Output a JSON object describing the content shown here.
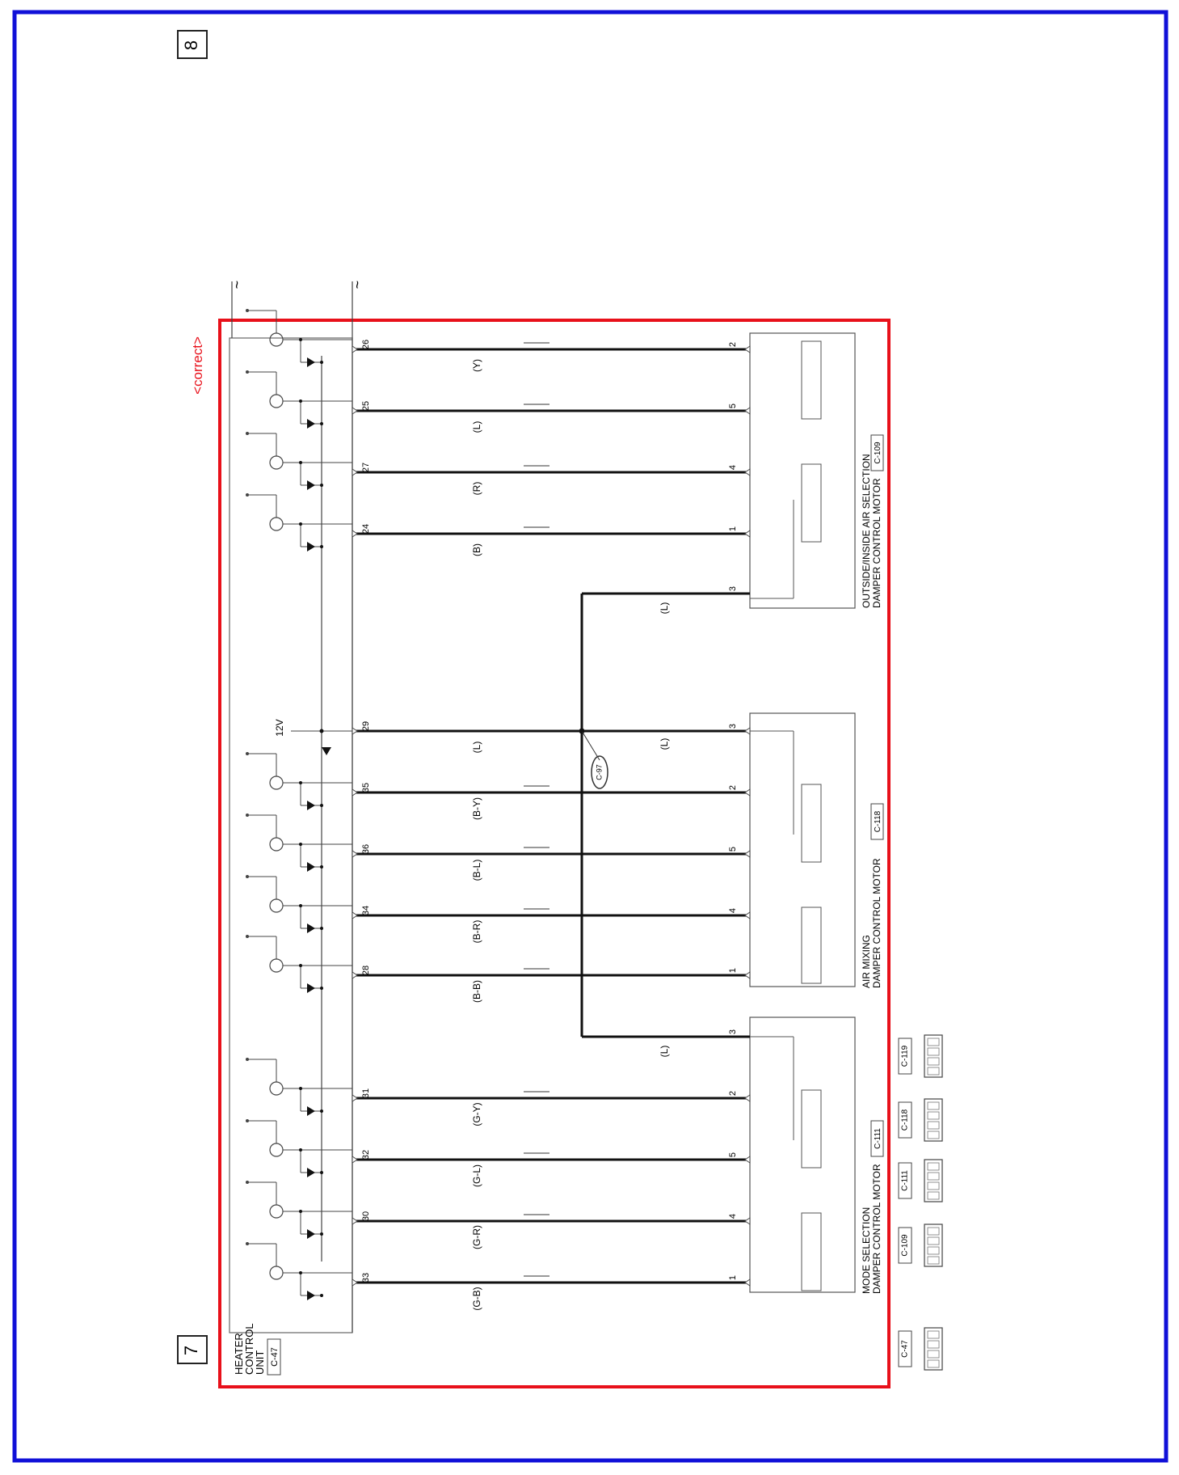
{
  "page": {
    "number_top": "8",
    "number_bottom": "7",
    "correct_label": "<correct>"
  },
  "controller": {
    "label_lines": [
      "HEATER",
      "CONTROL",
      "UNIT"
    ],
    "connector": "C-47",
    "voltage": "12V"
  },
  "circuits": [
    {
      "group": "outside-inside",
      "pin": "26",
      "color": "(Y)",
      "motor_pin": "2"
    },
    {
      "group": "outside-inside",
      "pin": "25",
      "color": "(L)",
      "motor_pin": "5"
    },
    {
      "group": "outside-inside",
      "pin": "27",
      "color": "(R)",
      "motor_pin": "4"
    },
    {
      "group": "outside-inside",
      "pin": "24",
      "color": "(B)",
      "motor_pin": "1"
    },
    {
      "group": "air-mixing",
      "pin": "29",
      "color": "(L)",
      "motor_pin": "3"
    },
    {
      "group": "air-mixing",
      "pin": "35",
      "color": "(B-Y)",
      "motor_pin": "2"
    },
    {
      "group": "air-mixing",
      "pin": "36",
      "color": "(B-L)",
      "motor_pin": "5"
    },
    {
      "group": "air-mixing",
      "pin": "34",
      "color": "(B-R)",
      "motor_pin": "4"
    },
    {
      "group": "air-mixing",
      "pin": "28",
      "color": "(B-B)",
      "motor_pin": "1"
    },
    {
      "group": "mode",
      "pin": "31",
      "color": "(G-Y)",
      "motor_pin": "2"
    },
    {
      "group": "mode",
      "pin": "32",
      "color": "(G-L)",
      "motor_pin": "5"
    },
    {
      "group": "mode",
      "pin": "30",
      "color": "(G-R)",
      "motor_pin": "4"
    },
    {
      "group": "mode",
      "pin": "33",
      "color": "(G-B)",
      "motor_pin": "1"
    }
  ],
  "common_feed": {
    "color": "(L)",
    "pin_outside": "3",
    "pin_mode": "3",
    "color_outside": "(L)",
    "color_air": "(L)",
    "color_mode": "(L)",
    "junction": "C-97"
  },
  "motors": {
    "outside": {
      "line1": "OUTSIDE/INSIDE AIR SELECTION",
      "line2": "DAMPER CONTROL MOTOR",
      "connector": "C-109"
    },
    "air": {
      "line1": "AIR MIXING",
      "line2": "DAMPER CONTROL MOTOR",
      "connector": "C-118"
    },
    "mode": {
      "line1": "MODE SELECTION",
      "line2": "DAMPER CONTROL MOTOR",
      "connector": "C-111"
    }
  },
  "connectors_legend": [
    "C-47",
    "C-109",
    "C-111",
    "C-118",
    "C-119"
  ],
  "colors": {
    "frame_blue": "#1010d8",
    "highlight_red": "#e8101a",
    "wire": "#111111"
  }
}
